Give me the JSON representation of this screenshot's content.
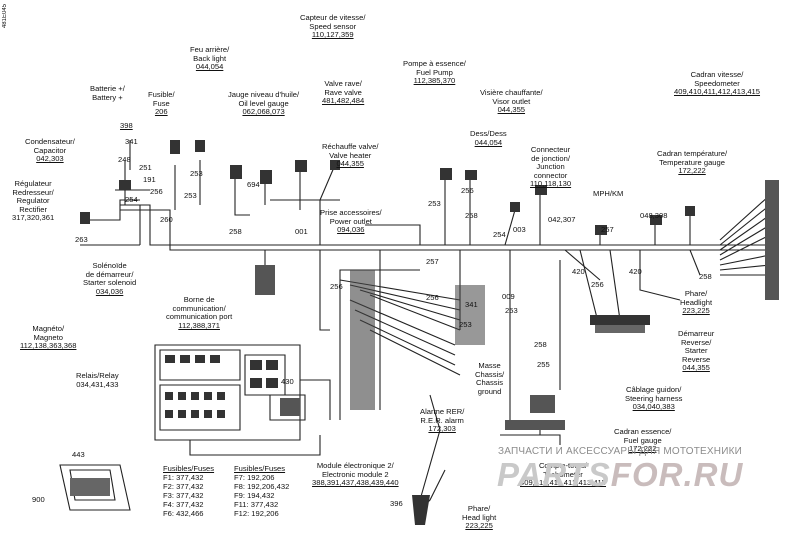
{
  "doc_code": "481E045",
  "watermark": {
    "line1": "ЗАПЧАСТИ И АКСЕССУАРЫ ДЛЯ МОТОТЕХНИКИ",
    "brand_a": "PARTS",
    "brand_b": "FOR.RU"
  },
  "labels": {
    "speed_sensor": {
      "fr": "Capteur de vitesse/",
      "en": "Speed sensor",
      "ref": "110,127,359"
    },
    "back_light": {
      "fr": "Feu arrière/",
      "en": "Back light",
      "ref": "044,054"
    },
    "fuse": {
      "fr": "Fusible/",
      "en": "Fuse",
      "ref": "206"
    },
    "oil_gauge": {
      "fr": "Jauge niveau d'huile/",
      "en": "Oil level gauge",
      "ref": "062,068,073"
    },
    "rave_valve": {
      "fr": "Valve rave/",
      "en": "Rave valve",
      "ref": "481,482,484"
    },
    "valve_heater": {
      "fr": "Réchauffe valve/",
      "en": "Valve heater",
      "ref": "044,355"
    },
    "fuel_pump": {
      "fr": "Pompe à essence/",
      "en": "Fuel Pump",
      "ref": "112,385,370"
    },
    "visor_outlet": {
      "fr": "Visière chauffante/",
      "en": "Visor outlet",
      "ref": "044,355"
    },
    "dess": {
      "fr": "Dess/Dess",
      "en": "",
      "ref": "044,054"
    },
    "junction": {
      "fr": "Connecteur",
      "fr2": "de jonction/",
      "en": "Junction",
      "en2": "connector",
      "ref": "110,118,130"
    },
    "speedometer": {
      "fr": "Cadran vitesse/",
      "en": "Speedometer",
      "ref": "409,410,411,412,413,415"
    },
    "temperature": {
      "fr": "Cadran température/",
      "en": "Temperature gauge",
      "ref": "172,222"
    },
    "battery": {
      "fr": "Batterie +/",
      "en": "Battery +"
    },
    "capacitor": {
      "fr": "Condensateur/",
      "en": "Capacitor",
      "ref": "042,303"
    },
    "regulator": {
      "fr": "Régulateur",
      "fr2": "Redresseur/",
      "en": "Regulator",
      "en2": "Rectifier",
      "ref": "317,320,361"
    },
    "starter_solenoid": {
      "fr": "Solénoïde",
      "fr2": "de démarreur/",
      "en": "Starter solenoid",
      "ref": "034,036"
    },
    "power_outlet": {
      "fr": "Prise accessoires/",
      "en": "Power outlet",
      "ref": "094,036"
    },
    "mph_km": {
      "fr": "MPH/KM",
      "en": ""
    },
    "headlight_right": {
      "fr": "Phare/",
      "en": "Headlight",
      "ref": "223,225"
    },
    "comm_port": {
      "fr": "Borne de",
      "fr2": "communication/",
      "en": "communication port",
      "ref": "112,388,371"
    },
    "magneto": {
      "fr": "Magnéto/",
      "en": "Magneto",
      "ref": "112,138,363,368"
    },
    "relays": {
      "fr": "Relais/Relay",
      "en": "",
      "ref": "034,431,433"
    },
    "chassis_ground": {
      "fr": "Masse",
      "fr2": "Chassis/",
      "en": "Chassis",
      "en2": "ground"
    },
    "starter_reverse": {
      "fr": "Démarreur",
      "fr2": "Reverse/",
      "en": "Starter",
      "en2": "Reverse",
      "ref": "044,355"
    },
    "steering_harness": {
      "fr": "Câblage guidon/",
      "en": "Steering harness",
      "ref": "034,040,383"
    },
    "rer_alarm": {
      "fr": "Alarme RER/",
      "en": "R.E.R. alarm",
      "ref": "172,303"
    },
    "fuel_gauge": {
      "fr": "Cadran essence/",
      "en": "Fuel gauge",
      "ref": "172,222"
    },
    "tachometer": {
      "fr": "Compte-tours/",
      "en": "Tachometer",
      "ref": "409,410,411,412,413,415"
    },
    "electronic_module": {
      "fr": "Module électronique 2/",
      "en": "Electronic module 2",
      "ref": "388,391,437,438,439,440"
    },
    "headlight_bottom": {
      "fr": "Phare/",
      "en": "Head light",
      "ref": "223,225"
    }
  },
  "fuses": {
    "header": "Fusibles/Fuses",
    "col1": [
      "F1: 377,432",
      "F2: 377,432",
      "F3: 377,432",
      "F4: 377,432",
      "F6: 432,466"
    ],
    "col2": [
      "F7: 192,206",
      "F8: 192,206,432",
      "F9: 194,432",
      "F11: 377,432",
      "F12: 192,206"
    ]
  },
  "callouts": {
    "n1": "398",
    "n2": "341",
    "n3": "248",
    "n4": "251",
    "n5": "191",
    "n6": "254",
    "n7": "256",
    "n8": "253",
    "n9": "253",
    "n10": "694",
    "n11": "263",
    "n12": "260",
    "n13": "258",
    "n14": "001",
    "n15": "253",
    "n16": "256",
    "n17": "258",
    "n18": "254",
    "n19": "003",
    "n20": "042,307",
    "n21": "257",
    "n22": "048,308",
    "n23": "420",
    "n24": "420",
    "n25": "256",
    "n26": "258",
    "n27": "257",
    "n28": "256",
    "n29": "256",
    "n30": "341",
    "n31": "253",
    "n32": "009",
    "n33": "253",
    "n34": "258",
    "n35": "255",
    "n36": "430",
    "n37": "443",
    "n38": "900",
    "n39": "396"
  }
}
